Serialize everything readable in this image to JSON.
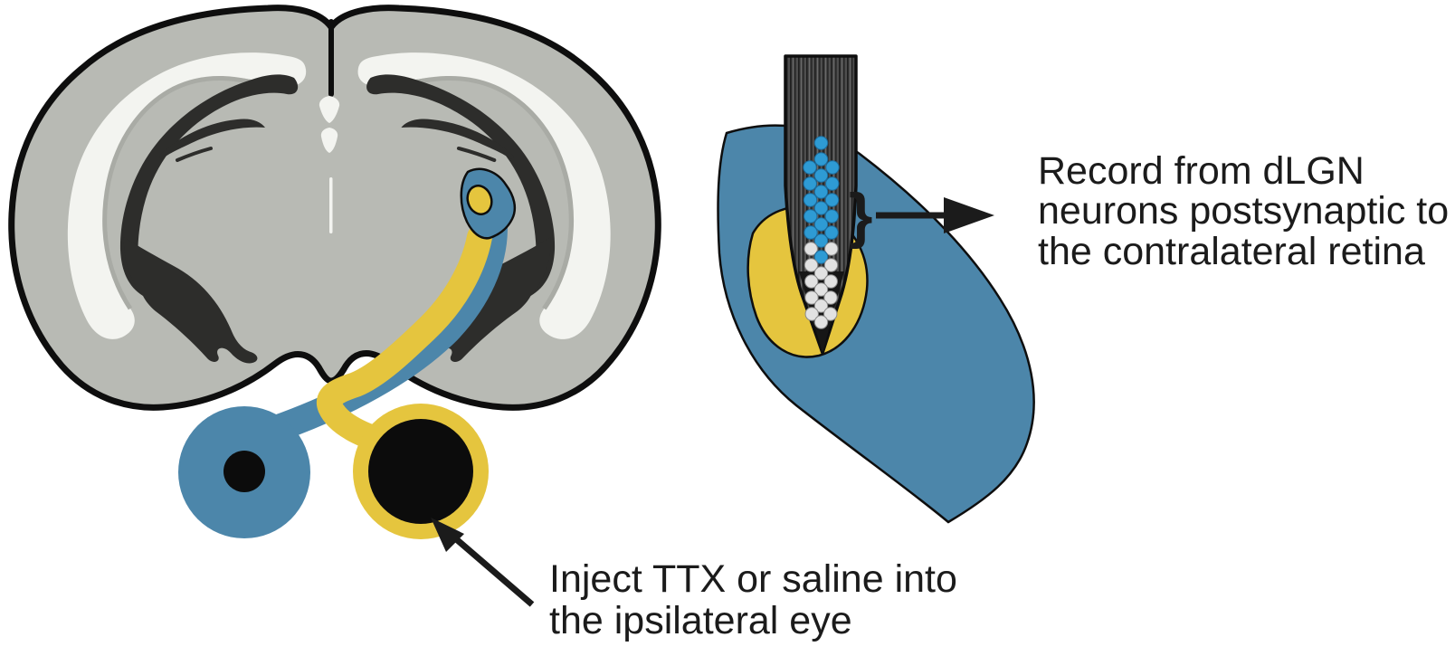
{
  "figure": {
    "description": "Experiment schematic: monocular inactivation and dLGN recording",
    "labels": {
      "injection": {
        "line1": "Inject TTX or saline into",
        "line2": "the ipsilateral eye"
      },
      "recording": {
        "line1": "Record from dLGN",
        "line2": "neurons postsynaptic to",
        "line3": "the contralateral retina"
      }
    },
    "brace_glyph": "}",
    "colors": {
      "contralateral_blue": "#4c86aa",
      "ipsilateral_yellow": "#e5c53e",
      "brain_gray": "#b8bab4",
      "white_matter": "#f3f4f0",
      "dark_structures": "#2d2d2b",
      "outline_black": "#0e0e0e",
      "text_black": "#1b1b1b",
      "eye_pupil_black": "#0c0c0c",
      "electrode_tip_black": "#161616"
    },
    "electrode": {
      "contralateral_sites": {
        "count": 18,
        "color": "#2e9bd4"
      },
      "ipsilateral_sites": {
        "count": 14,
        "color": "#e2e2e2"
      }
    }
  }
}
